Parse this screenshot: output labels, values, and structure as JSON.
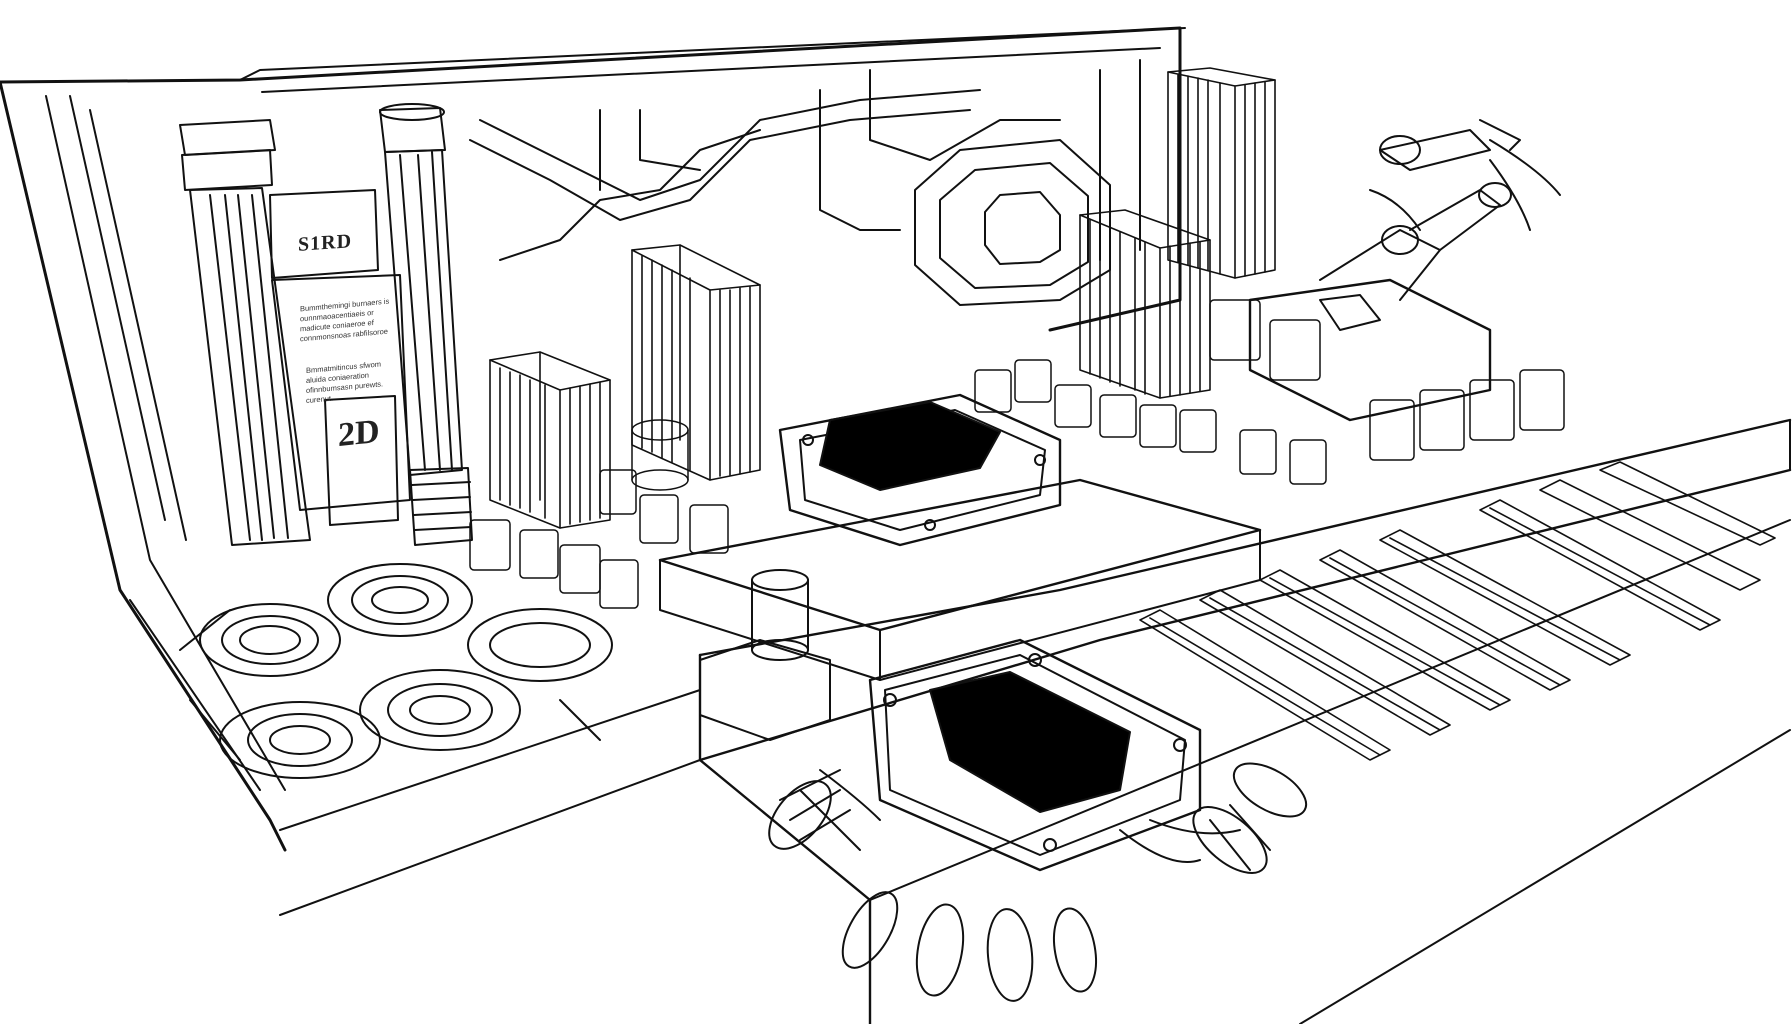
{
  "image": {
    "style": "line-art",
    "palette": {
      "ink": "#111111",
      "paper": "#ffffff"
    }
  },
  "left_panel": {
    "emblem_text": "S1RD",
    "paragraph_1": "Bummthemingi burnaers is ounnmaoacentiaeis or madicute coniaeroe ef connmonsnoas rabfilsoroe",
    "paragraph_2": "Bmmatmitincus sfwom aluida coniaeration ofinnbumsasn purewts. curenut.",
    "emblem_2_text": "2D"
  },
  "icons": [
    "chip-icon",
    "robot-arm-icon",
    "ram-slot-icon",
    "capacitor-icon",
    "heatsink-icon",
    "fan-icon",
    "cable-icon",
    "cylinder-column-icon"
  ]
}
